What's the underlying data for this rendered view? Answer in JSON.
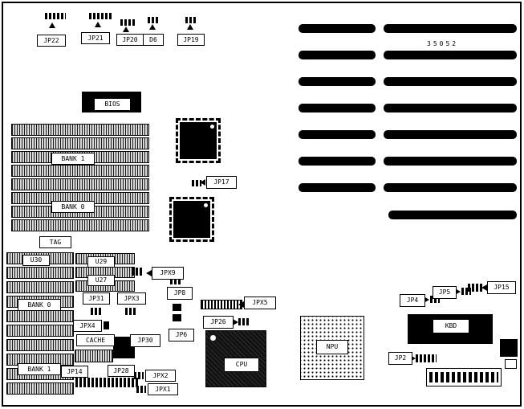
{
  "board": {
    "number": "35052",
    "labels": {
      "jp22": "JP22",
      "jp21": "JP21",
      "jp20": "JP20",
      "d6": "D6",
      "jp19": "JP19",
      "bios": "BIOS",
      "bank1_top": "BANK 1",
      "bank0_top": "BANK 0",
      "jp17": "JP17",
      "tag": "TAG",
      "u30": "U30",
      "u29": "U29",
      "u27": "U27",
      "jpx9": "JPX9",
      "jp31": "JP31",
      "jpx3": "JPX3",
      "jpx4": "JPX4",
      "cache": "CACHE",
      "jp30": "JP30",
      "jp8": "JP8",
      "jp6": "JP6",
      "jpx5": "JPX5",
      "jp26": "JP26",
      "bank0_left": "BANK 0",
      "bank1_left": "BANK 1",
      "jp14": "JP14",
      "jp28": "JP28",
      "jpx2": "JPX2",
      "jpx1": "JPX1",
      "cpu": "CPU",
      "npu": "NPU",
      "kbd": "KBD",
      "jp4": "JP4",
      "jp5": "JP5",
      "jp15": "JP15",
      "jp2": "JP2"
    }
  }
}
